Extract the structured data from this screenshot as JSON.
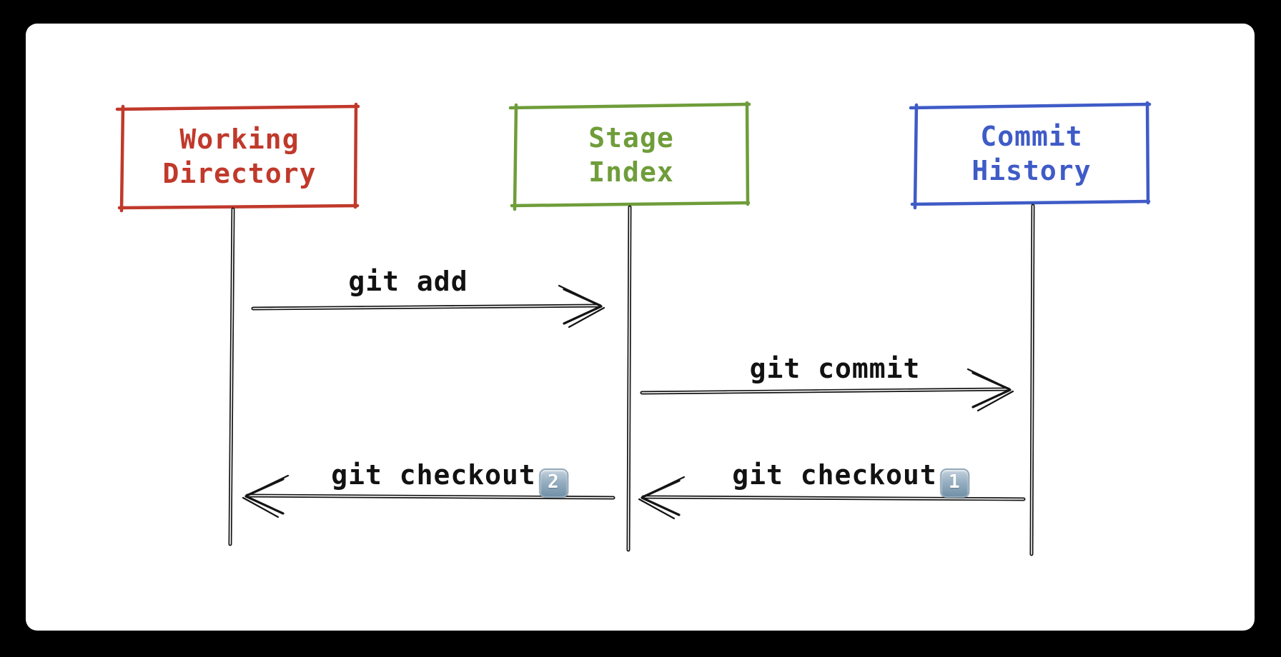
{
  "canvas": {
    "background_color": "#000000",
    "card_color": "#ffffff",
    "line_color": "#141414"
  },
  "diagram": {
    "actors": [
      {
        "name": "working-directory",
        "label": "Working\nDirectory",
        "color": "#c0392b"
      },
      {
        "name": "stage-index",
        "label": "Stage\nIndex",
        "color": "#6f9d3a"
      },
      {
        "name": "commit-history",
        "label": "Commit\nHistory",
        "color": "#3f5bc7"
      }
    ],
    "messages": [
      {
        "label": "git add",
        "from": "Working Directory",
        "to": "Stage Index",
        "direction": "right"
      },
      {
        "label": "git commit",
        "from": "Stage Index",
        "to": "Commit History",
        "direction": "right"
      },
      {
        "label": "git checkout",
        "badge": "2",
        "from": "Stage Index",
        "to": "Working Directory",
        "direction": "left"
      },
      {
        "label": "git checkout",
        "badge": "1",
        "from": "Commit History",
        "to": "Stage Index",
        "direction": "left"
      }
    ],
    "badge_style": {
      "background_top": "#c3d1dd",
      "background_bottom": "#7191a7",
      "text_color": "#ffffff"
    }
  }
}
